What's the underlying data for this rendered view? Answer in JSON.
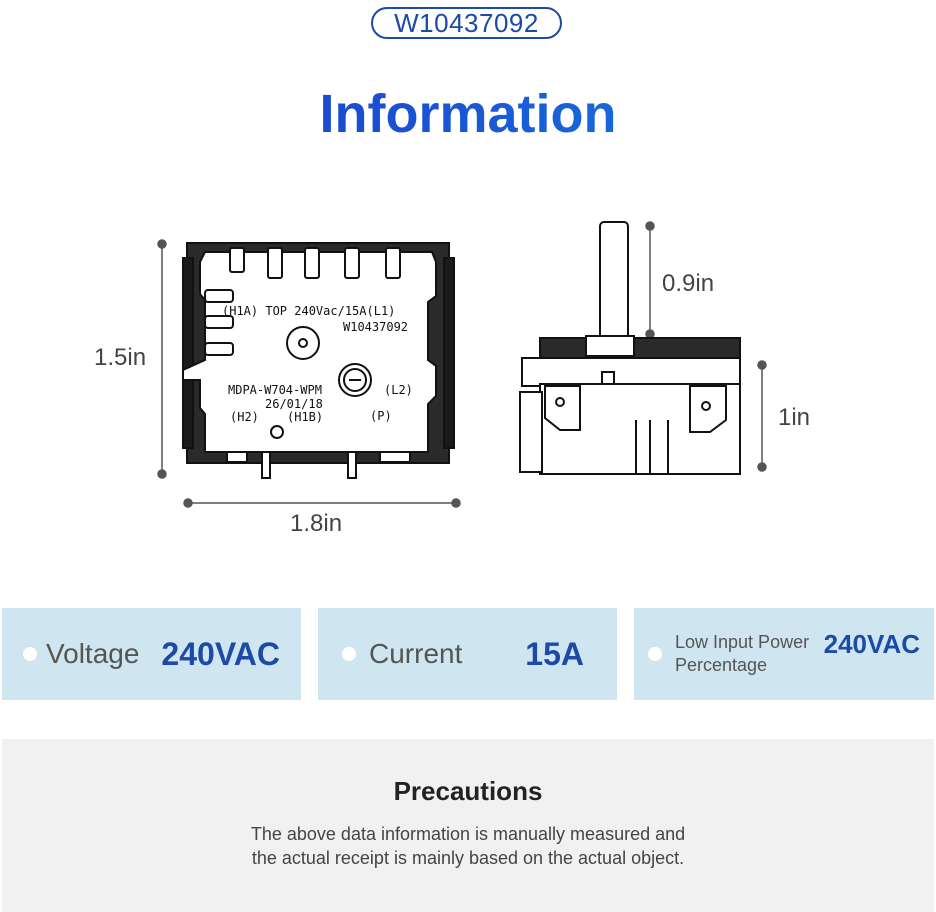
{
  "part_number": "W10437092",
  "title": "Information",
  "dimensions": {
    "front_height": "1.5in",
    "front_width": "1.8in",
    "shaft_length": "0.9in",
    "side_height": "1in"
  },
  "switch_markings": {
    "line1": "(H1A) TOP 240Vac/15A(L1)",
    "line2": "W10437092",
    "model": "MDPA-W704-WPM",
    "date": "26/01/18",
    "h2": "(H2)",
    "h1b": "(H1B)",
    "l2": "(L2)",
    "p": "(P)"
  },
  "specs": {
    "voltage": {
      "label": "Voltage",
      "value": "240VAC"
    },
    "current": {
      "label": "Current",
      "value": "15A"
    },
    "power": {
      "label_line1": "Low Input Power",
      "label_line2": "Percentage",
      "value": "240VAC"
    }
  },
  "precautions": {
    "title": "Precautions",
    "line1": "The above data information is manually measured and",
    "line2": "the actual receipt is mainly based on the actual object."
  },
  "colors": {
    "accent": "#1d4aa6",
    "card_bg": "#cfe6f1",
    "panel_bg": "#f1f1f1"
  }
}
